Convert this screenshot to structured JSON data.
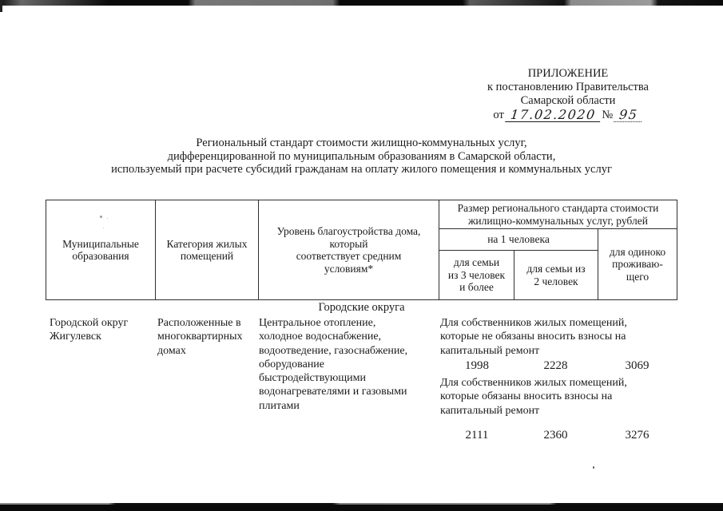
{
  "colors": {
    "ink": "#1b1b1b",
    "table_border": "#2f2f2f",
    "scan_band": "#0a0a0a"
  },
  "appendix": {
    "line1": "ПРИЛОЖЕНИЕ",
    "line2": "к постановлению Правительства",
    "line3": "Самарской области",
    "date_prefix": "от",
    "date_value": "17.02.2020",
    "number_sign": "№",
    "number_value": "95"
  },
  "title": {
    "line1": "Региональный стандарт стоимости жилищно-коммунальных услуг,",
    "line2": "дифференцированной по муниципальным образованиям в Самарской области,",
    "line3": "используемый при расчете субсидий гражданам на оплату жилого помещения и коммунальных услуг"
  },
  "table": {
    "header": {
      "municipalities": "Муниципальные\nобразования",
      "category": "Категория жилых\nпомещений",
      "amenity": "Уровень благоустройства дома,\nкоторый\nсоответствует средним\nусловиям*",
      "standard": "Размер регионального стандарта стоимости\nжилищно-коммунальных услуг, рублей",
      "per_person": "на 1 человека",
      "family3": "для семьи\nиз 3 человек\nи более",
      "family2": "для семьи из\n2 человек",
      "single": "для одиноко\nпроживаю-\nщего"
    },
    "section_label": "Городские округа",
    "row": {
      "municipality": "Городской округ\nЖигулевск",
      "category": "Расположенные в\nмногоквартирных\nдомах",
      "amenity": "Центральное отопление,\nхолодное водоснабжение,\nводоотведение, газоснабжение,\nоборудование\nбыстродействующими\nводонагревателями и газовыми\nплитами",
      "note_exempt": "Для собственников жилых помещений,\nкоторые не обязаны вносить взносы на\nкапитальный ремонт",
      "values_exempt": {
        "family3": "1998",
        "family2": "2228",
        "single": "3069"
      },
      "note_obliged": "Для собственников  жилых помещений,\nкоторые обязаны вносить взносы на\nкапитальный ремонт",
      "values_obliged": {
        "family3": "2111",
        "family2": "2360",
        "single": "3276"
      }
    }
  }
}
